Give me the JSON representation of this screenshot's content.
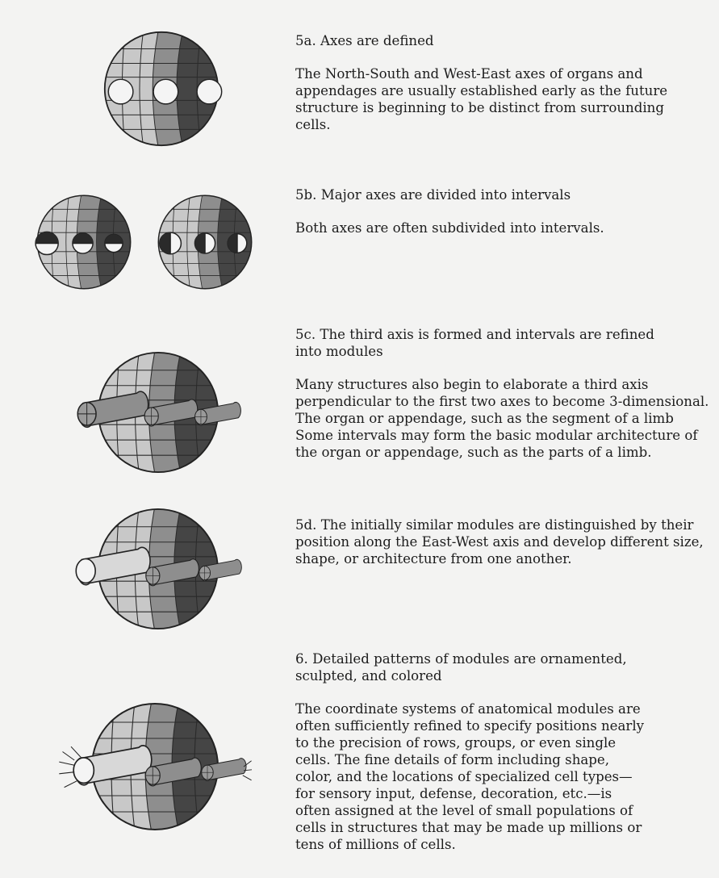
{
  "colors": {
    "background": "#f3f3f2",
    "light_band": "#c8c8c8",
    "mid_band": "#8e8e8e",
    "dark_band": "#454545",
    "outline": "#222222"
  },
  "sections": [
    {
      "id": "5a",
      "heading": "5a. Axes are defined",
      "body": "The North-South and West-East axes of organs and appendages are usually established early as the future structure is beginning to be distinct from surrounding cells."
    },
    {
      "id": "5b",
      "heading": "5b. Major axes are divided into intervals",
      "body": "Both axes are often subdivided into intervals."
    },
    {
      "id": "5c",
      "heading": "5c. The third axis is formed and intervals are refined into modules",
      "body": "Many structures also begin to elaborate a third axis perpendicular to the first two axes to become 3-dimensional. The organ or appendage, such as the segment of a limb Some intervals may form the basic modular architecture of the organ or appendage, such as the parts of a limb."
    },
    {
      "id": "5d",
      "heading": "5d.  The initially similar modules are distinguished by their position along the East-West axis and develop different size, shape, or architecture from one another.",
      "body": ""
    },
    {
      "id": "6",
      "heading": "6. Detailed patterns of modules are ornamented, sculpted, and colored",
      "body": "The coordinate systems of anatomical modules are often sufficiently refined to specify positions nearly to the precision of rows, groups, or even single cells.  The fine details of form including shape, color, and the locations of specialized cell types—for sensory input, defense, decoration, etc.—is often assigned at the level of small populations of cells in structures that may be made up millions or tens of millions of cells."
    }
  ]
}
